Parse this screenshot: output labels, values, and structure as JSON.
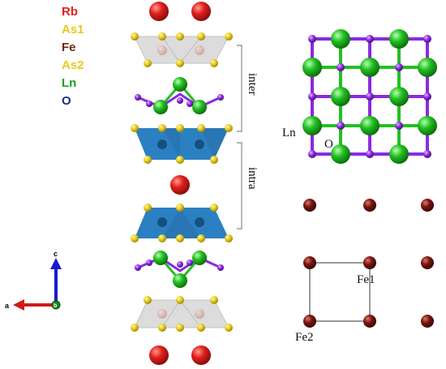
{
  "legend": [
    {
      "label": "Rb",
      "color": "#e0201e"
    },
    {
      "label": "As1",
      "color": "#e6cc1a"
    },
    {
      "label": "Fe",
      "color": "#6b2a12"
    },
    {
      "label": "As2",
      "color": "#e6cc1a"
    },
    {
      "label": "Ln",
      "color": "#1aa21a"
    },
    {
      "label": "O",
      "color": "#152f8a"
    }
  ],
  "side_view": {
    "inter_label": "inter",
    "intra_label": "intra"
  },
  "axes": {
    "c_label": "c",
    "a_label": "a",
    "b_label": "b"
  },
  "top_view": {
    "ln_label": "Ln",
    "o_label": "O"
  },
  "fe_lattice": {
    "fe1_label": "Fe1",
    "fe2_label": "Fe2"
  },
  "colors": {
    "rb": "#e0201e",
    "as": "#e6cc1a",
    "fe": "#6b1410",
    "ln": "#22c022",
    "o": "#8a2ae0",
    "fe_tetra": "#1f6fb0",
    "ghost_tetra": "#cfcfcf",
    "axis_c": "#1a1ad0",
    "axis_a": "#d01a1a",
    "axis_b": "#1a8a1a"
  }
}
